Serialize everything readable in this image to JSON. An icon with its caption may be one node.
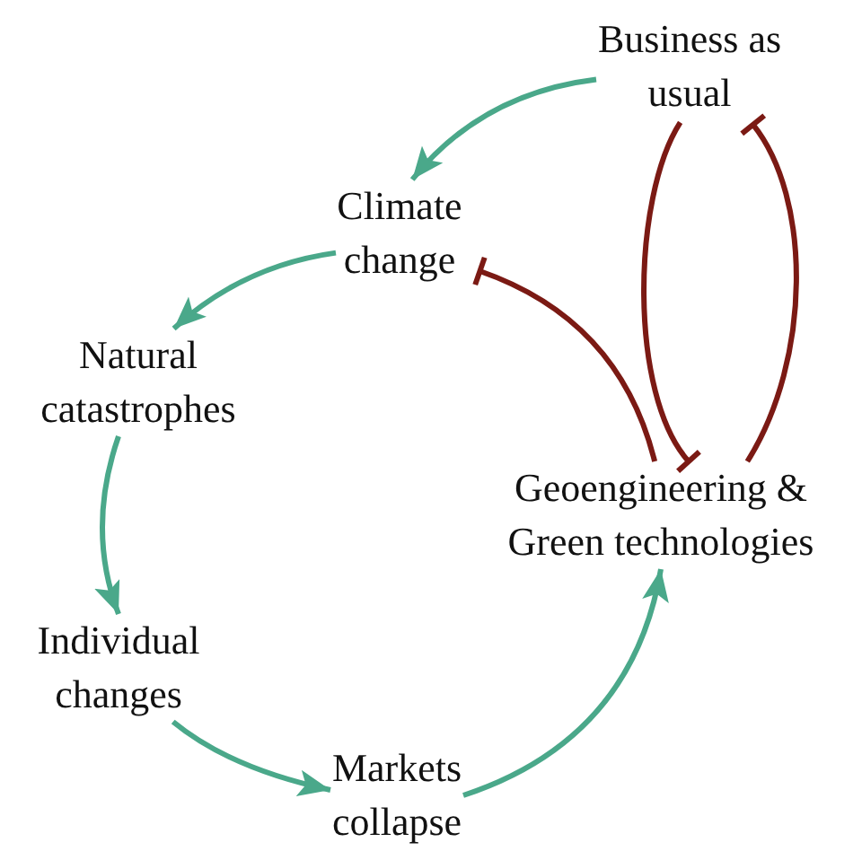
{
  "diagram": {
    "nodes": [
      {
        "text": [
          "Business as usual"
        ]
      },
      {
        "text": [
          "Climate change"
        ]
      },
      {
        "text": [
          "Natural catastrophes"
        ]
      },
      {
        "text": [
          "Individual changes"
        ]
      },
      {
        "text": [
          "Markets collapse"
        ]
      },
      {
        "text": [
          "Geoengineering & Green technologies"
        ]
      }
    ],
    "edges": [
      {
        "from": 0,
        "to": 1,
        "arrow": "to"
      },
      {
        "from": 1,
        "to": 2,
        "arrow": "to"
      },
      {
        "from": 2,
        "to": 3,
        "arrow": "to"
      },
      {
        "from": 3,
        "to": 4,
        "arrow": "to"
      },
      {
        "from": 4,
        "to": 5,
        "arrow": "to"
      },
      {
        "from": 5,
        "to": 1,
        "arrow": "other",
        "color": "#7b1a14"
      },
      {
        "from": 0,
        "to": 5,
        "arrow": "other",
        "color": "#7b1a14"
      },
      {
        "from": 5,
        "to": 0,
        "arrow": "other",
        "color": "#7b1a14"
      }
    ]
  }
}
